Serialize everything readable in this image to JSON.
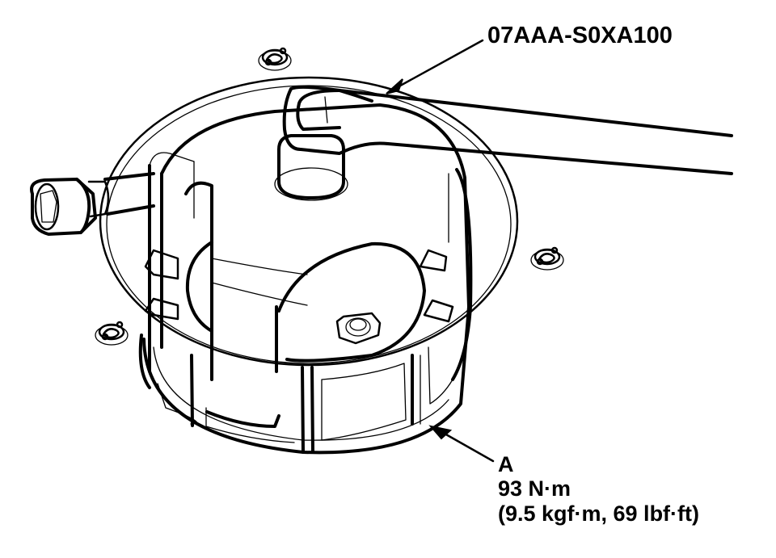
{
  "diagram": {
    "subject": "Fuel pump/sender lock ring removal with special tool",
    "colors": {
      "background": "#ffffff",
      "line": "#000000"
    },
    "callouts": [
      {
        "id": "tool",
        "text": "07AAA-S0XA100",
        "points_to": "special-tool-wrench"
      },
      {
        "id": "part",
        "text": "A",
        "points_to": "lock-ring"
      }
    ],
    "torque": {
      "primary": "93 N·m",
      "secondary": "(9.5 kgf·m, 69 lbf·ft)"
    },
    "components": [
      "special-tool-wrench",
      "lock-ring",
      "fuel-pump-unit",
      "electrical-connector",
      "mounting-nut-top",
      "mounting-nut-right",
      "mounting-nut-left",
      "center-fitting",
      "tank-opening-ring"
    ]
  }
}
